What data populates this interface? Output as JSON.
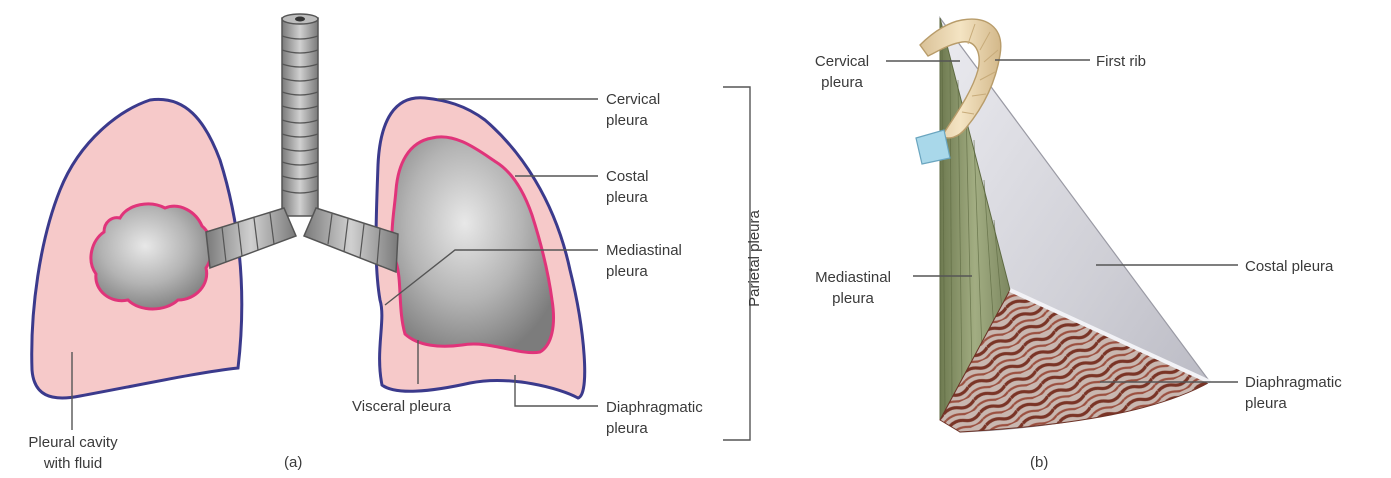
{
  "panel_a": {
    "caption": "(a)",
    "labels": {
      "cervical": [
        "Cervical",
        "pleura"
      ],
      "costal": [
        "Costal",
        "pleura"
      ],
      "mediastinal": [
        "Mediastinal",
        "pleura"
      ],
      "diaphragmatic": [
        "Diaphragmatic",
        "pleura"
      ],
      "visceral": "Visceral pleura",
      "cavity": [
        "Pleural cavity",
        "with fluid"
      ],
      "bracket": "Parietal pleura"
    }
  },
  "panel_b": {
    "caption": "(b)",
    "labels": {
      "cervical": [
        "Cervical",
        "pleura"
      ],
      "first_rib": "First rib",
      "mediastinal": [
        "Mediastinal",
        "pleura"
      ],
      "costal": "Costal pleura",
      "diaphragmatic": [
        "Diaphragmatic",
        "pleura"
      ]
    }
  },
  "colors": {
    "lung_fill": "#f6c9c9",
    "lung_outline": "#3b3a8c",
    "visceral_line": "#e0347a",
    "lung_tissue": "#9a9a9a",
    "trachea": "#9e9e9e",
    "rib": "#f0dcb4",
    "costal_face": "#d9d9de",
    "mediastinal_face": "#8e9a6c",
    "diaphragm_face": "#8a4a3a"
  }
}
